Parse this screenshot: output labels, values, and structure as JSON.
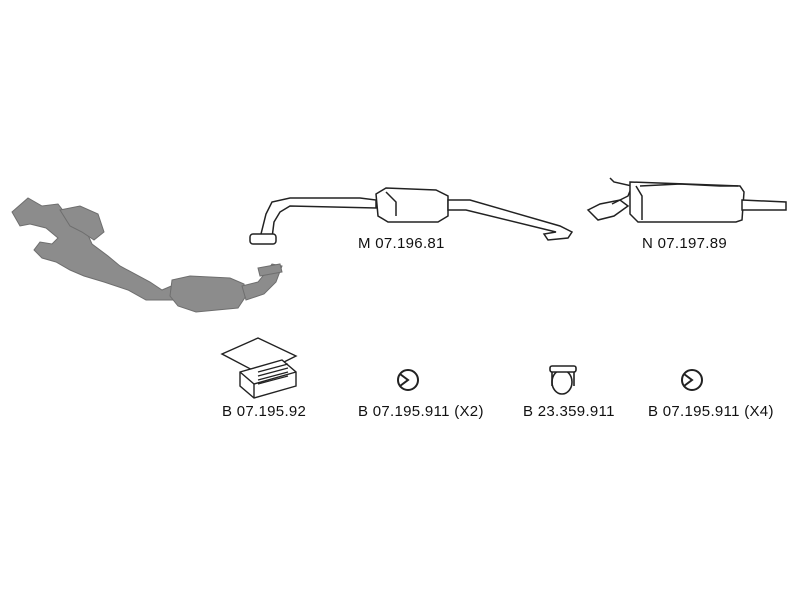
{
  "parts": [
    {
      "code": "M 07.196.81",
      "kind": "center-muffler"
    },
    {
      "code": "N 07.197.89",
      "kind": "rear-muffler"
    },
    {
      "code": "B 07.195.92",
      "kind": "mounting-kit-box"
    },
    {
      "code": "B 07.195.911 (X2)",
      "kind": "clamp"
    },
    {
      "code": "B 23.359.911",
      "kind": "pipe-connector"
    },
    {
      "code": "B 07.195.911 (X4)",
      "kind": "clamp"
    }
  ],
  "colors": {
    "line": "#222222",
    "fill": "#ffffff",
    "gray_part": "#8c8c8c"
  }
}
